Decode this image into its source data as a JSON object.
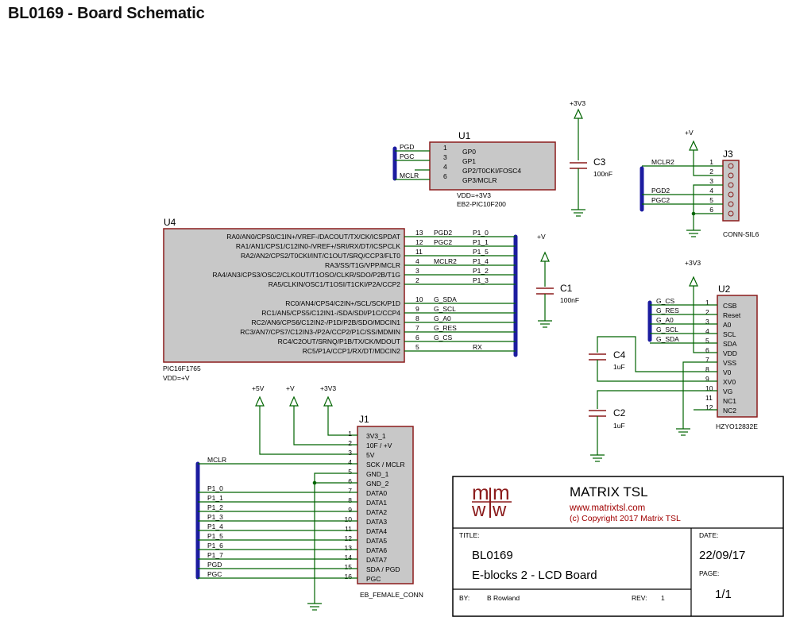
{
  "title": "BL0169 - Board Schematic",
  "colors": {
    "wire": "#006400",
    "bus": "#1c1ca0",
    "body_fill": "#c8c8c8",
    "body_stroke": "#8b1c1c",
    "logo": "#8b1c1c",
    "link": "#a00000"
  },
  "u1": {
    "ref": "U1",
    "part": "EB2-PIC10F200",
    "vdd": "VDD=+3V3",
    "pins": [
      {
        "num": "1",
        "name": "GP0",
        "net": "PGD"
      },
      {
        "num": "3",
        "name": "GP1",
        "net": "PGC"
      },
      {
        "num": "4",
        "name": "GP2/T0CKI/FOSC4",
        "net": ""
      },
      {
        "num": "6",
        "name": "GP3/MCLR",
        "net": "MCLR"
      }
    ]
  },
  "u4": {
    "ref": "U4",
    "part": "PIC16F1765",
    "vdd": "VDD=+V",
    "pins": [
      {
        "num": "13",
        "name": "RA0/AN0/CPS0/C1IN+/VREF-/DACOUT/TX/CK/ICSPDAT",
        "net": "PGD2",
        "bus": "P1_0"
      },
      {
        "num": "12",
        "name": "RA1/AN1/CPS1/C12IN0-/VREF+/SRI/RX/DT/ICSPCLK",
        "net": "PGC2",
        "bus": "P1_1"
      },
      {
        "num": "11",
        "name": "RA2/AN2/CPS2/T0CKI/INT/C1OUT/SRQ/CCP3/FLT0",
        "net": "",
        "bus": "P1_5"
      },
      {
        "num": "4",
        "name": "RA3/SS/T1G/VPP/MCLR",
        "net": "MCLR2",
        "bus": "P1_4"
      },
      {
        "num": "3",
        "name": "RA4/AN3/CPS3/OSC2/CLKOUT/T1OSO/CLKR/SDO/P2B/T1G",
        "net": "",
        "bus": "P1_2"
      },
      {
        "num": "2",
        "name": "RA5/CLKIN/OSC1/T1OSI/T1CKI/P2A/CCP2",
        "net": "",
        "bus": "P1_3"
      },
      {
        "num": "10",
        "name": "RC0/AN4/CPS4/C2IN+/SCL/SCK/P1D",
        "net": "G_SDA",
        "bus": ""
      },
      {
        "num": "9",
        "name": "RC1/AN5/CPS5/C12IN1-/SDA/SDI/P1C/CCP4",
        "net": "G_SCL",
        "bus": ""
      },
      {
        "num": "8",
        "name": "RC2/AN6/CPS6/C12IN2-/P1D/P2B/SDO/MDCIN1",
        "net": "G_A0",
        "bus": ""
      },
      {
        "num": "7",
        "name": "RC3/AN7/CPS7/C12IN3-/P2A/CCP2/P1C/SS/MDMIN",
        "net": "G_RES",
        "bus": ""
      },
      {
        "num": "6",
        "name": "RC4/C2OUT/SRNQ/P1B/TX/CK/MDOUT",
        "net": "G_CS",
        "bus": ""
      },
      {
        "num": "5",
        "name": "RC5/P1A/CCP1/RX/DT/MDCIN2",
        "net": "",
        "bus": "RX"
      }
    ]
  },
  "j3": {
    "ref": "J3",
    "part": "CONN-SIL6",
    "power": "+V",
    "pins": [
      {
        "num": "1",
        "net": "MCLR2"
      },
      {
        "num": "2",
        "net": ""
      },
      {
        "num": "3",
        "net": ""
      },
      {
        "num": "4",
        "net": "PGD2"
      },
      {
        "num": "5",
        "net": "PGC2"
      },
      {
        "num": "6",
        "net": ""
      }
    ]
  },
  "u2": {
    "ref": "U2",
    "part": "HZYO12832E",
    "power": "+3V3",
    "pins": [
      {
        "num": "1",
        "name": "CSB",
        "net": "G_CS"
      },
      {
        "num": "2",
        "name": "Reset",
        "net": "G_RES"
      },
      {
        "num": "3",
        "name": "A0",
        "net": "G_A0"
      },
      {
        "num": "4",
        "name": "SCL",
        "net": "G_SCL"
      },
      {
        "num": "5",
        "name": "SDA",
        "net": "G_SDA"
      },
      {
        "num": "6",
        "name": "VDD",
        "net": ""
      },
      {
        "num": "7",
        "name": "VSS",
        "net": ""
      },
      {
        "num": "8",
        "name": "V0",
        "net": ""
      },
      {
        "num": "9",
        "name": "XV0",
        "net": ""
      },
      {
        "num": "10",
        "name": "VG",
        "net": ""
      },
      {
        "num": "11",
        "name": "NC1",
        "net": ""
      },
      {
        "num": "12",
        "name": "NC2",
        "net": ""
      }
    ]
  },
  "j1": {
    "ref": "J1",
    "part": "EB_FEMALE_CONN",
    "power": [
      "+5V",
      "+V",
      "+3V3"
    ],
    "pins": [
      {
        "num": "1",
        "name": "3V3_1",
        "net": ""
      },
      {
        "num": "2",
        "name": "10F / +V",
        "net": ""
      },
      {
        "num": "3",
        "name": "5V",
        "net": ""
      },
      {
        "num": "4",
        "name": "SCK / MCLR",
        "net": "MCLR"
      },
      {
        "num": "5",
        "name": "GND_1",
        "net": ""
      },
      {
        "num": "6",
        "name": "GND_2",
        "net": ""
      },
      {
        "num": "7",
        "name": "DATA0",
        "net": "P1_0"
      },
      {
        "num": "8",
        "name": "DATA1",
        "net": "P1_1"
      },
      {
        "num": "9",
        "name": "DATA2",
        "net": "P1_2"
      },
      {
        "num": "10",
        "name": "DATA3",
        "net": "P1_3"
      },
      {
        "num": "11",
        "name": "DATA4",
        "net": "P1_4"
      },
      {
        "num": "12",
        "name": "DATA5",
        "net": "P1_5"
      },
      {
        "num": "13",
        "name": "DATA6",
        "net": "P1_6"
      },
      {
        "num": "14",
        "name": "DATA7",
        "net": "P1_7"
      },
      {
        "num": "15",
        "name": "SDA / PGD",
        "net": "PGD"
      },
      {
        "num": "16",
        "name": "PGC",
        "net": "PGC"
      }
    ]
  },
  "caps": [
    {
      "ref": "C3",
      "value": "100nF",
      "power": "+3V3"
    },
    {
      "ref": "C1",
      "value": "100nF",
      "power": "+V"
    },
    {
      "ref": "C4",
      "value": "1uF"
    },
    {
      "ref": "C2",
      "value": "1uF"
    }
  ],
  "title_block": {
    "logo_text": "m|m\nw|w",
    "company": "MATRIX TSL",
    "url": "www.matrixtsl.com",
    "copyright": "(c) Copyright 2017 Matrix TSL",
    "title_label": "TITLE:",
    "title_line1": "BL0169",
    "title_line2": "E-blocks 2 - LCD Board",
    "date_label": "DATE:",
    "date": "22/09/17",
    "page_label": "PAGE:",
    "page": "1/1",
    "by_label": "BY:",
    "by": "B Rowland",
    "rev_label": "REV:",
    "rev": "1"
  }
}
